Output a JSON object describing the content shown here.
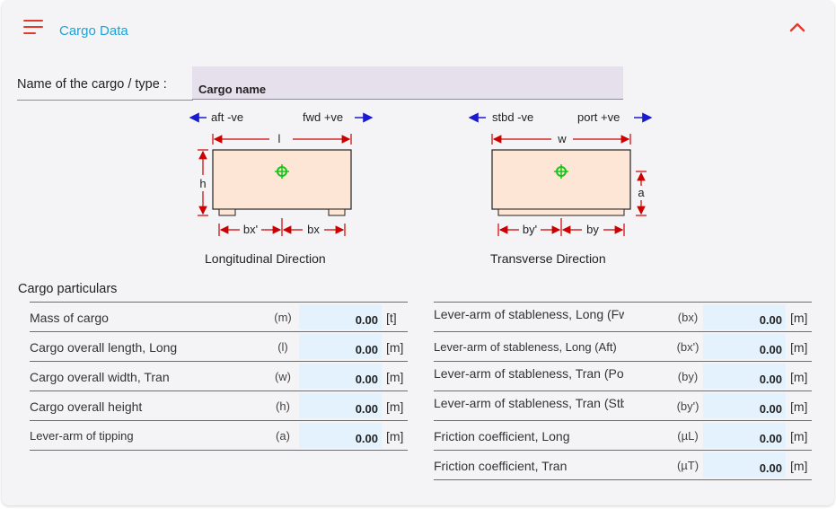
{
  "header": {
    "title": "Cargo Data",
    "menu_icon": "hamburger-menu-icon",
    "collapse_icon": "chevron-up-icon"
  },
  "colors": {
    "accent": "#e23b2e",
    "title": "#1aa3d8",
    "field_bg": "#e3f2fd",
    "cargo_fill": "#fde6d6",
    "dim_red": "#cc0000",
    "arrow_blue": "#1a1ad0",
    "cg_green": "#18c418"
  },
  "cargo_name": {
    "label": "Name of the cargo / type :",
    "value": "Cargo name"
  },
  "longitudinal": {
    "neg_label": "aft -ve",
    "pos_label": "fwd +ve",
    "length_symbol": "l",
    "height_symbol": "h",
    "left_arm": "bx'",
    "right_arm": "bx",
    "caption": "Longitudinal Direction"
  },
  "transverse": {
    "neg_label": "stbd -ve",
    "pos_label": "port +ve",
    "width_symbol": "w",
    "height_symbol": "a",
    "left_arm": "by'",
    "right_arm": "by",
    "caption": "Transverse Direction"
  },
  "particulars": {
    "title": "Cargo particulars",
    "left": [
      {
        "label": "Mass of cargo",
        "symbol": "(m)",
        "value": "0.00",
        "unit": "[t]"
      },
      {
        "label": "Cargo overall length, Long",
        "symbol": "(l)",
        "value": "0.00",
        "unit": "[m]"
      },
      {
        "label": "Cargo overall width, Tran",
        "symbol": "(w)",
        "value": "0.00",
        "unit": "[m]"
      },
      {
        "label": "Cargo overall height",
        "symbol": "(h)",
        "value": "0.00",
        "unit": "[m]"
      },
      {
        "label": "Lever-arm of tipping",
        "symbol": "(a)",
        "value": "0.00",
        "unit": "[m]"
      }
    ],
    "right": [
      {
        "label": "Lever-arm of stableness, Long (Fwd)",
        "symbol": "(bx)",
        "value": "0.00",
        "unit": "[m]"
      },
      {
        "label": "Lever-arm of stableness, Long (Aft)",
        "symbol": "(bx')",
        "value": "0.00",
        "unit": "[m]"
      },
      {
        "label": "Lever-arm of stableness, Tran (Port)",
        "symbol": "(by)",
        "value": "0.00",
        "unit": "[m]"
      },
      {
        "label": "Lever-arm of stableness, Tran (Stbd)",
        "symbol": "(by')",
        "value": "0.00",
        "unit": "[m]"
      },
      {
        "label": "Friction coefficient, Long",
        "symbol": "(µL)",
        "value": "0.00",
        "unit": "[m]"
      },
      {
        "label": "Friction coefficient, Tran",
        "symbol": "(µT)",
        "value": "0.00",
        "unit": "[m]"
      }
    ]
  }
}
